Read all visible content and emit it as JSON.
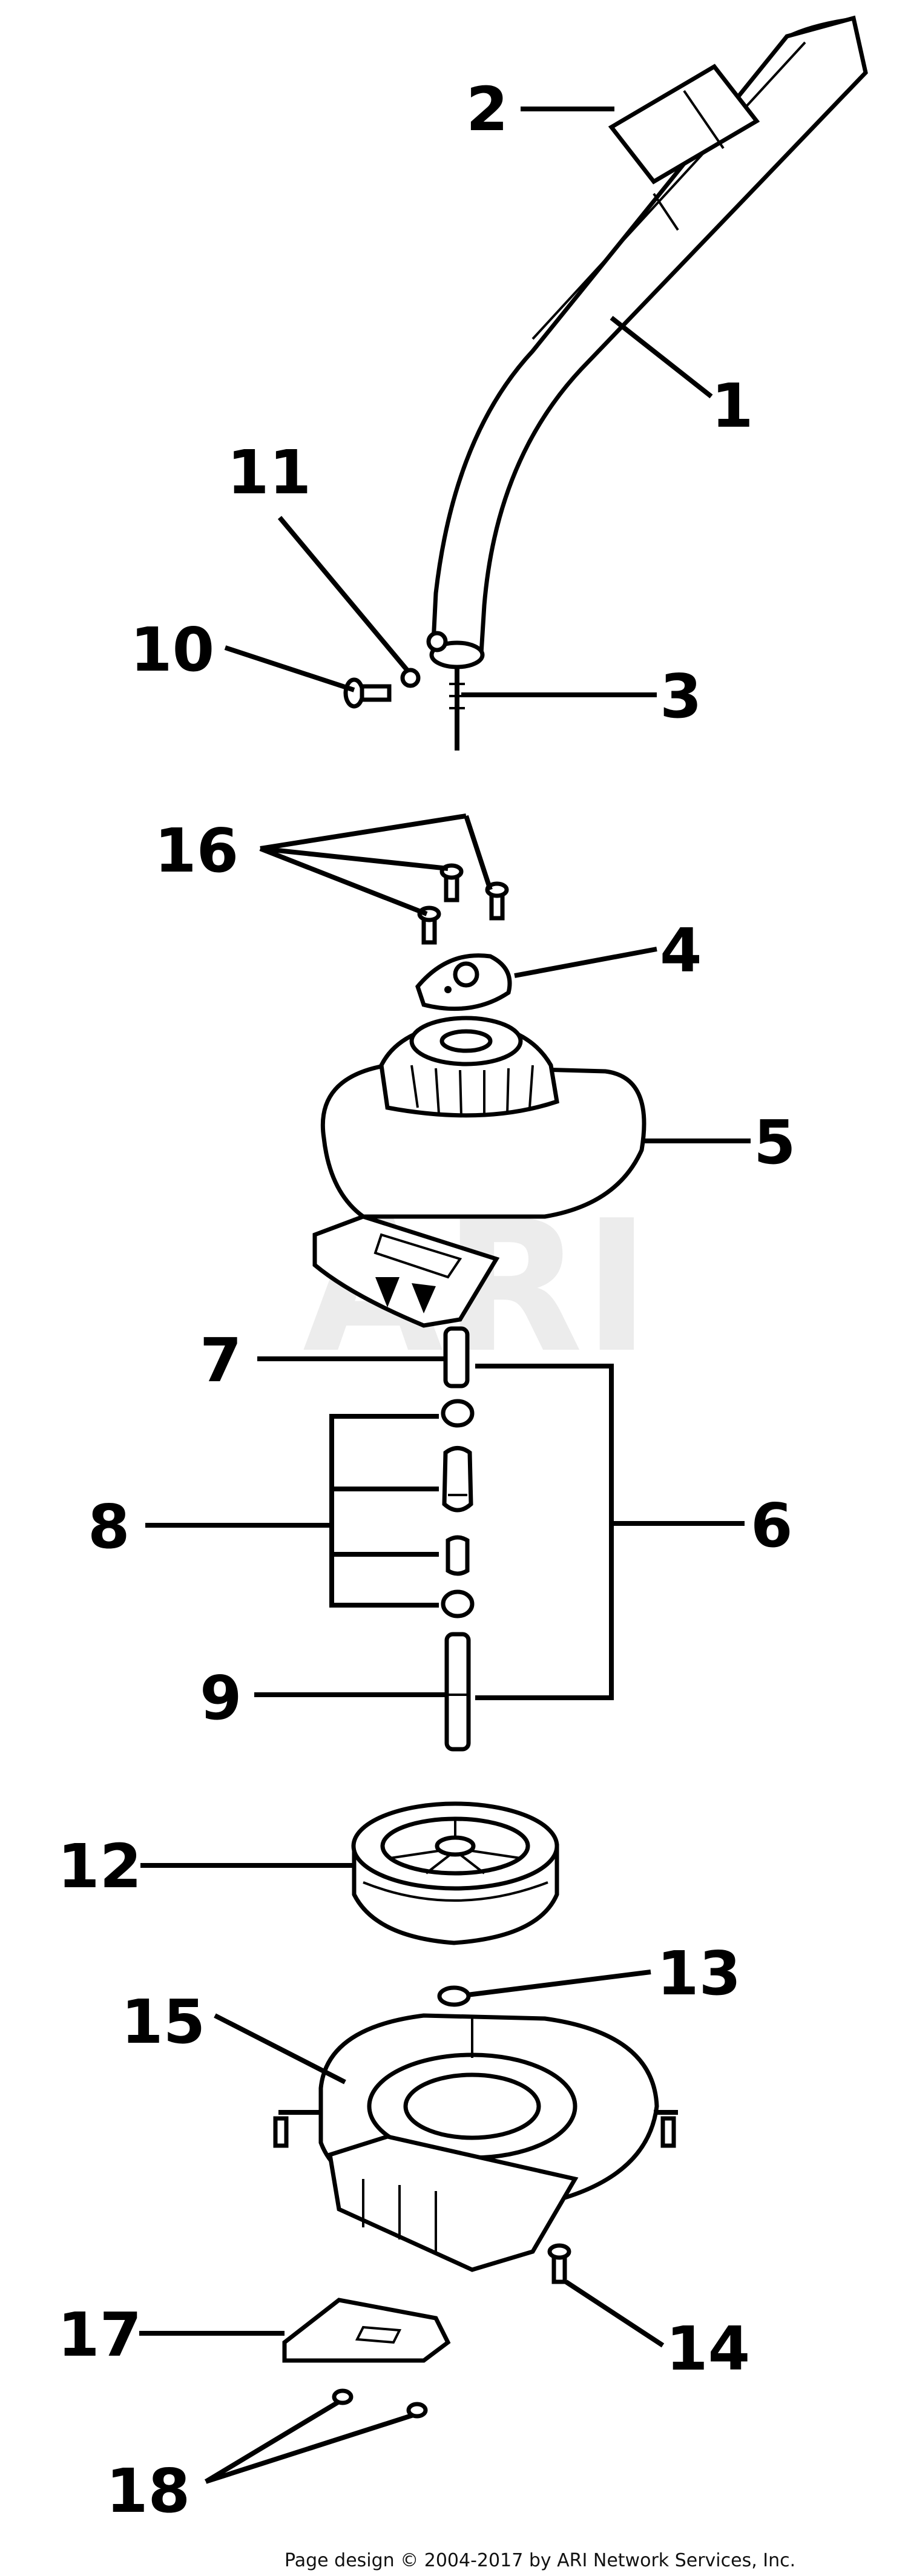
{
  "diagram": {
    "callouts": [
      "1",
      "2",
      "3",
      "4",
      "5",
      "6",
      "7",
      "8",
      "9",
      "10",
      "11",
      "12",
      "13",
      "14",
      "15",
      "16",
      "17",
      "18"
    ],
    "watermark": "ARI",
    "footer": "Page design © 2004-2017 by ARI Network Services, Inc."
  }
}
